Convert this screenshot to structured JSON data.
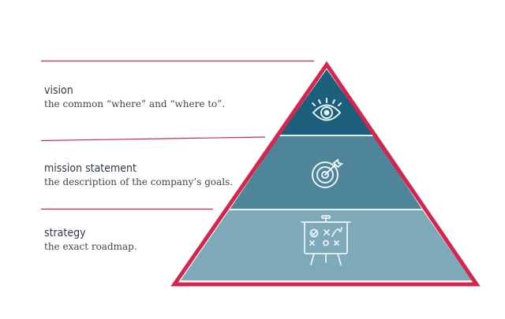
{
  "pyramid": {
    "colors": {
      "outline": "#d5254d",
      "tier_top": "#1c5f7d",
      "tier_middle": "#4e8599",
      "tier_bottom": "#7ea9b8",
      "icon_stroke": "#e9f1f4"
    },
    "tiers": [
      {
        "title": "vision",
        "description": "the common “where” and “where to”.",
        "icon": "eye-icon"
      },
      {
        "title": "mission statement",
        "description": "the description of the company’s goals.",
        "icon": "target-icon"
      },
      {
        "title": "strategy",
        "description": "the exact roadmap.",
        "icon": "strategy-board-icon"
      }
    ]
  }
}
